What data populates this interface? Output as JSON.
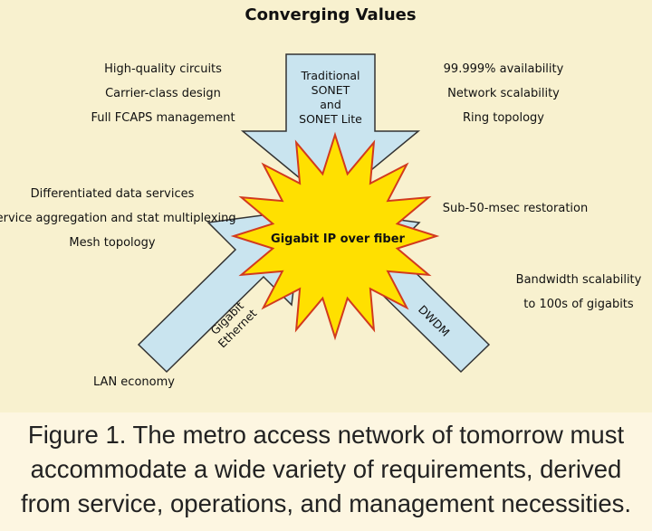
{
  "diagram": {
    "title": "Converging Values",
    "colors": {
      "background": "#f8f1cf",
      "arrow_fill": "#c9e4ef",
      "arrow_stroke": "#333333",
      "burst_fill": "#ffe000",
      "burst_stroke": "#d23a1e",
      "text": "#111111"
    },
    "top_arrow": {
      "lines": [
        "Traditional",
        "SONET",
        "and",
        "SONET Lite"
      ]
    },
    "left_arrow": {
      "lines": [
        "Gigabit",
        "Ethernet"
      ]
    },
    "right_arrow": {
      "lines": [
        "DWDM"
      ]
    },
    "center_burst": {
      "label": "Gigabit IP over fiber"
    },
    "top_left_notes": [
      "High-quality circuits",
      "Carrier-class design",
      "Full FCAPS management"
    ],
    "top_right_notes": [
      "99.999% availability",
      "Network scalability",
      "Ring topology"
    ],
    "middle_left_notes": [
      "Differentiated data services",
      "Service aggregation and stat multiplexing",
      "Mesh topology"
    ],
    "middle_right_notes": [
      "Sub-50-msec restoration"
    ],
    "bottom_right_notes": [
      "Bandwidth scalability",
      "to 100s of gigabits"
    ],
    "bottom_left_notes": [
      "LAN economy"
    ]
  },
  "caption": {
    "lines": [
      "Figure 1. The metro access network of tomorrow must",
      "accommodate a wide variety of requirements, derived",
      "from service, operations, and management necessities."
    ]
  }
}
